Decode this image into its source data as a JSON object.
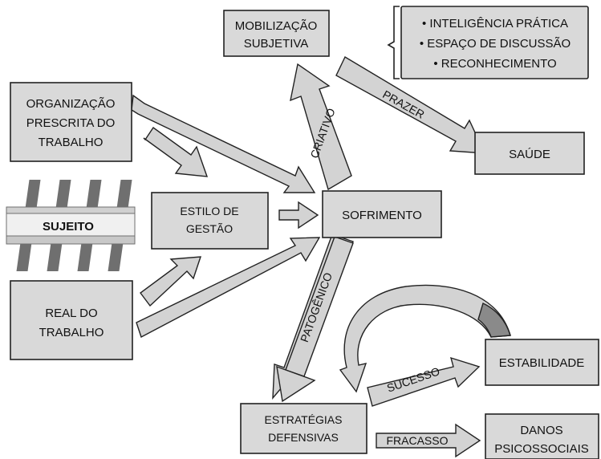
{
  "nodes": {
    "mobilizacao": [
      "MOBILIZAÇÃO",
      "SUBJETIVA"
    ],
    "organizacao": [
      "ORGANIZAÇÃO",
      "PRESCRITA DO",
      "TRABALHO"
    ],
    "sujeito": "SUJEITO",
    "estilo": [
      "ESTILO DE",
      "GESTÃO"
    ],
    "sofrimento": "SOFRIMENTO",
    "saude": "SAÚDE",
    "real": [
      "REAL DO",
      "TRABALHO"
    ],
    "estabilidade": "ESTABILIDADE",
    "estrategias": [
      "ESTRATÉGIAS",
      "DEFENSIVAS"
    ],
    "danos": [
      "DANOS",
      "PSICOSSOCIAIS"
    ]
  },
  "list": [
    "• INTELIGÊNCIA PRÁTICA",
    "• ESPAÇO DE DISCUSSÃO",
    "• RECONHECIMENTO"
  ],
  "arrow_labels": {
    "criativo": "CRIATIVO",
    "prazer": "PRAZER",
    "patogenico": "PATOGÊNICO",
    "sucesso": "SUCESSO",
    "fracasso": "FRACASSO"
  },
  "colors": {
    "box_fill": "#d9d9d9",
    "arrow_fill": "#d3d3d3",
    "rail_dark": "#6f6f6f",
    "curve_dark": "#8a8a8a"
  }
}
